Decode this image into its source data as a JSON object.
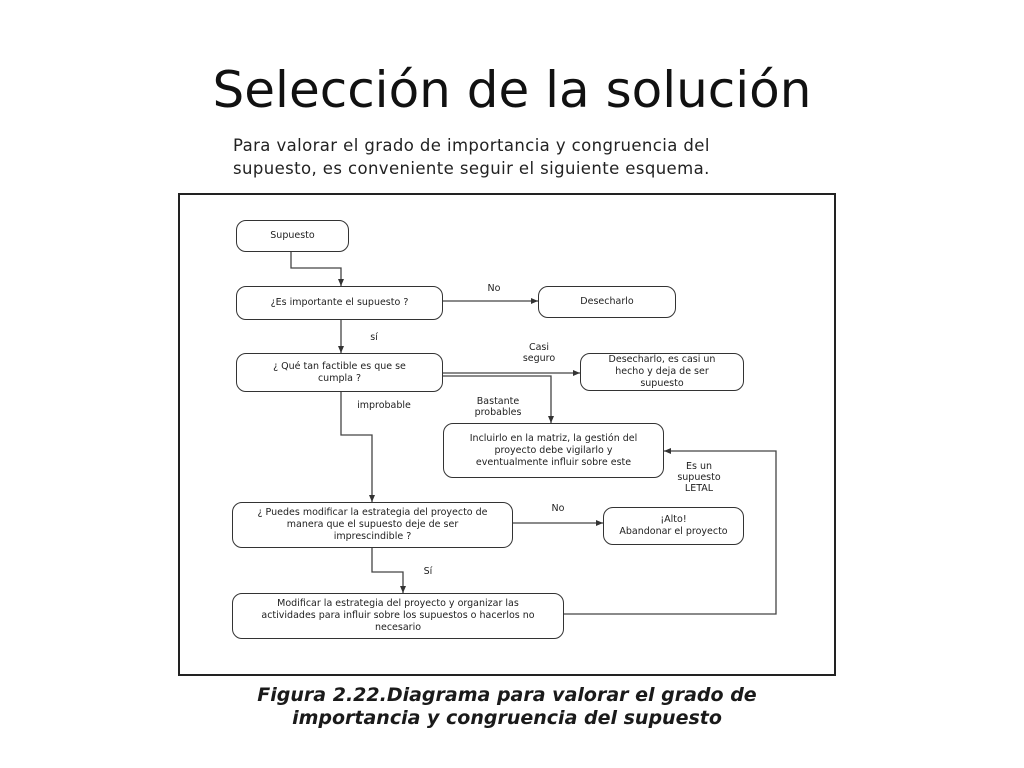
{
  "slide": {
    "title": "Selección de la solución",
    "intro_line1": "Para valorar el grado de importancia y congruencia del",
    "intro_line2": "supuesto, es conveniente seguir el siguiente esquema."
  },
  "diagram": {
    "nodes": {
      "supuesto": "Supuesto",
      "importante": "¿Es importante el supuesto ?",
      "desecharlo": "Desecharlo",
      "factible": "¿ Qué tan factible es que se\ncumpla ?",
      "desecharlo_hecho": "Desecharlo, es casi un\nhecho y deja de ser\nsupuesto",
      "incluirlo": "Incluirlo en la matriz, la gestión del\nproyecto debe vigilarlo y\neventualmente influir sobre este",
      "modificar_pregunta": "¿ Puedes modificar la estrategia del proyecto de\nmanera que el supuesto deje de ser\nimprescindible ?",
      "alto": "¡Alto!\nAbandonar el proyecto",
      "modificar_accion": "Modificar la estrategia del proyecto y organizar las\nactividades para influir sobre los supuestos o hacerlos no\nnecesario"
    },
    "labels": {
      "no_1": "No",
      "si_1": "sí",
      "casi_seguro": "Casi\nseguro",
      "bastante_probables": "Bastante\nprobables",
      "improbable": "improbable",
      "letal": "Es un\nsupuesto\nLETAL",
      "no_2": "No",
      "si_2": "Sí"
    }
  },
  "caption": {
    "line1": "Figura 2.22.Diagrama para valorar el grado de",
    "line2": "importancia y congruencia del supuesto"
  }
}
